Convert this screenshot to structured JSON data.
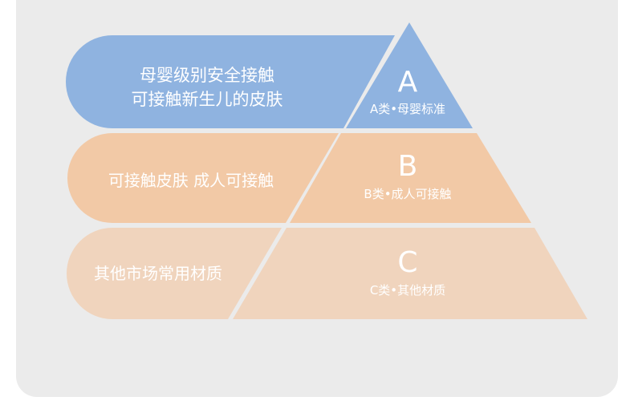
{
  "colors": {
    "background": "#ebebeb",
    "tier_a": "#8fb3e0",
    "tier_b": "#f2c9a6",
    "tier_c": "#f0d4bd",
    "text": "#ffffff"
  },
  "tiers": [
    {
      "band_line1": "母婴级别安全接触",
      "band_line2": "可接触新生儿的皮肤",
      "letter": "A",
      "caption": "A类•母婴标准"
    },
    {
      "band_line1": "可接触皮肤 成人可接触",
      "letter": "B",
      "caption": "B类•成人可接触"
    },
    {
      "band_line1": "其他市场常用材质",
      "letter": "C",
      "caption": "C类•其他材质"
    }
  ]
}
